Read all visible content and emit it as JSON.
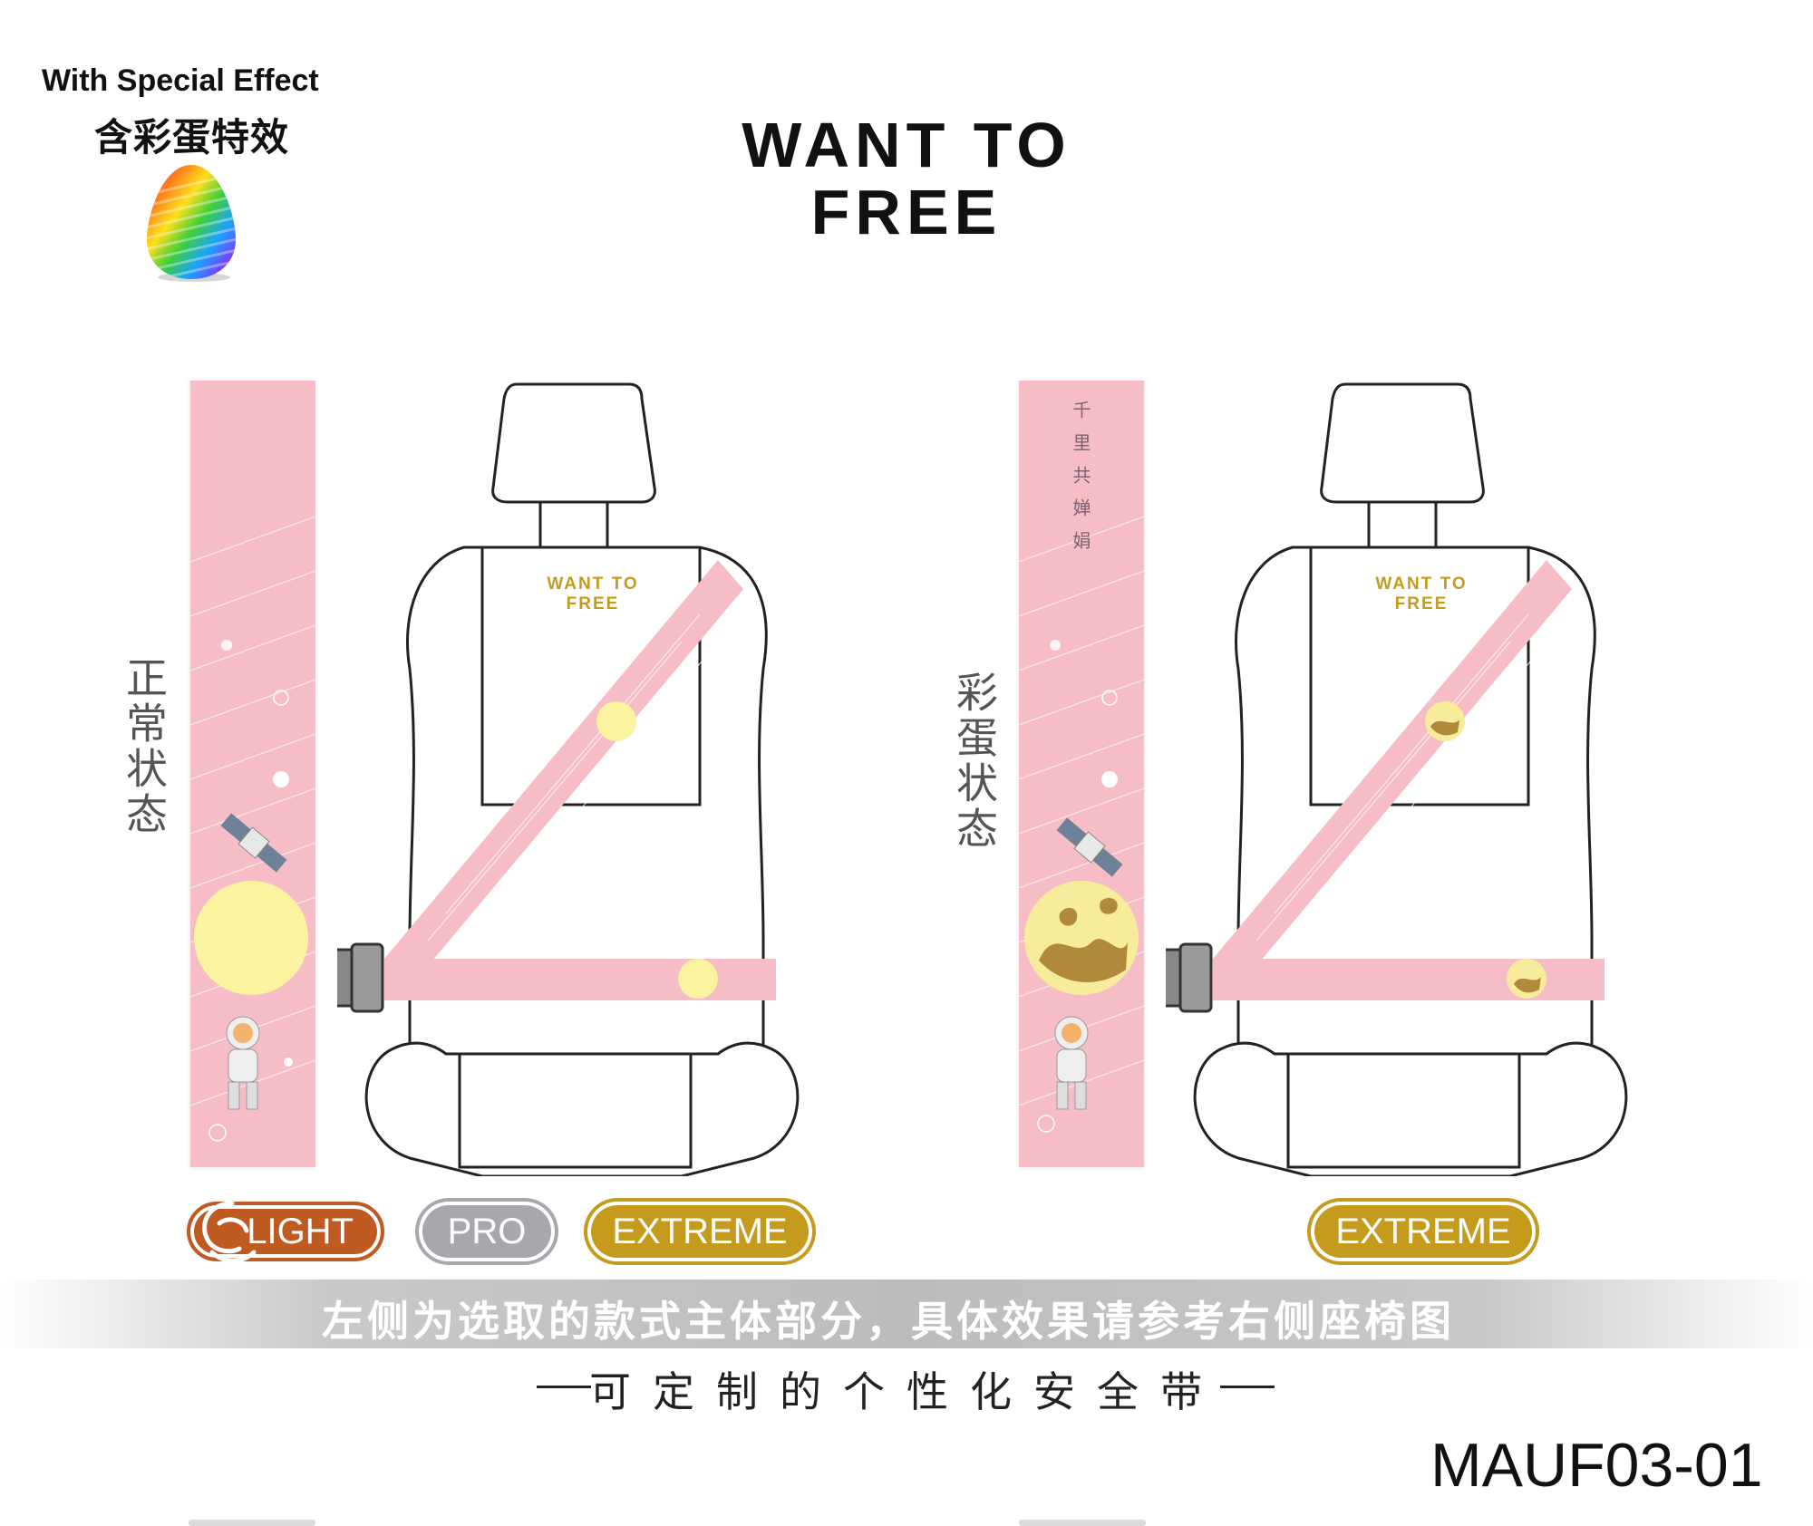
{
  "effect": {
    "label_en": "With Special Effect",
    "label_cn": "含彩蛋特效"
  },
  "brand": {
    "line1": "WANT TO",
    "line2": "FREE"
  },
  "states": {
    "normal": "正常状态",
    "easter_egg": "彩蛋状态"
  },
  "strap_poem": "千里共婵娟",
  "tiers": {
    "light": "LIGHT",
    "pro": "PRO",
    "extreme": "EXTREME",
    "extreme_right": "EXTREME"
  },
  "note": "左侧为选取的款式主体部分，具体效果请参考右侧座椅图",
  "tagline": "可定制的个性化安全带",
  "model_code": "MAUF03-01",
  "colors": {
    "strap_pink": "#f6bdc6",
    "moon_yellow": "#fbf3a0",
    "gold": "#c59b1d",
    "light_orange": "#c05a23",
    "pro_grey": "#a6a8ad"
  }
}
